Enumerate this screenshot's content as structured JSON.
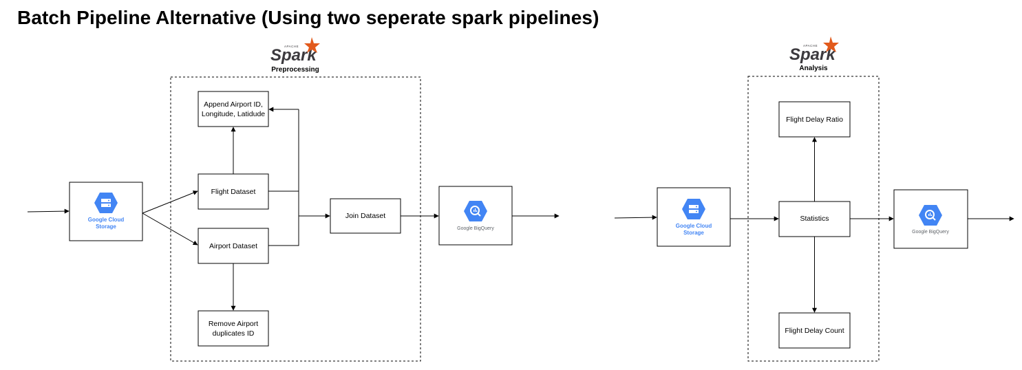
{
  "title": "Batch Pipeline Alternative (Using two seperate spark pipelines)",
  "preprocessing": {
    "label": "Preprocessing",
    "logo": {
      "brand": "Spark",
      "apache": "APACHE"
    },
    "source": {
      "line1": "Google Cloud",
      "line2": "Storage",
      "icon": "gcs-icon"
    },
    "nodes": {
      "append": [
        "Append Airport ID,",
        "Longitude, Latidude"
      ],
      "flight": "Flight Dataset",
      "airport": "Airport Dataset",
      "remove": [
        "Remove Airport",
        "duplicates ID"
      ],
      "join": "Join Dataset"
    },
    "sink": {
      "label": "Google BigQuery",
      "icon": "bigquery-icon"
    }
  },
  "analysis": {
    "label": "Analysis",
    "logo": {
      "brand": "Spark",
      "apache": "APACHE"
    },
    "source": {
      "line1": "Google Cloud",
      "line2": "Storage",
      "icon": "gcs-icon"
    },
    "nodes": {
      "ratio": "Flight Delay Ratio",
      "statistics": "Statistics",
      "count": "Flight Delay Count"
    },
    "sink": {
      "label": "Google BigQuery",
      "icon": "bigquery-icon"
    }
  },
  "colors": {
    "gcp_blue": "#4285f4",
    "gcp_blue_dark": "#3367d6",
    "spark_orange": "#e25a1c",
    "line": "#000000"
  }
}
